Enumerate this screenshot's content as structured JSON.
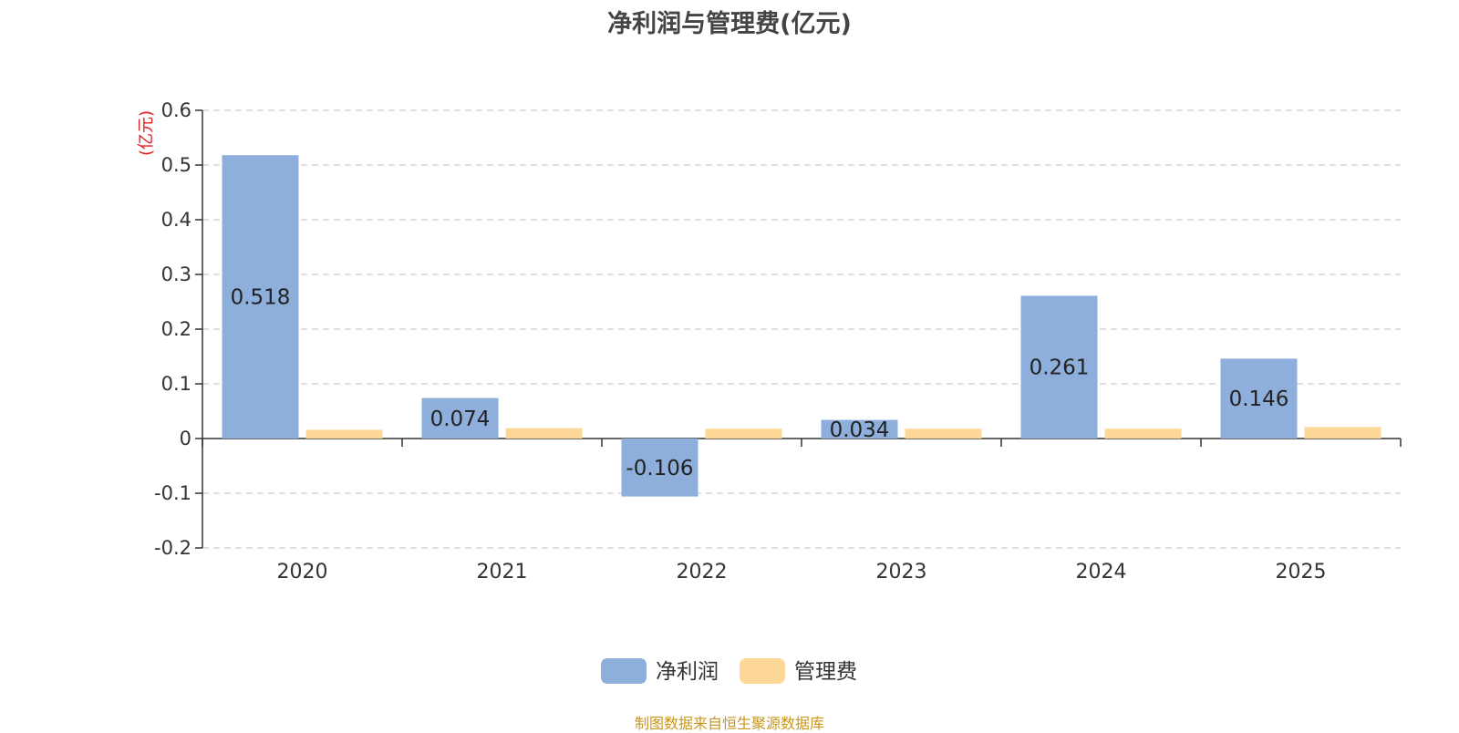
{
  "chart_data": {
    "type": "bar",
    "title": "净利润与管理费(亿元)",
    "ylabel": "(亿元)",
    "xlabel": "",
    "categories": [
      "2020",
      "2021",
      "2022",
      "2023",
      "2024",
      "2025"
    ],
    "series": [
      {
        "name": "净利润",
        "values": [
          0.518,
          0.074,
          -0.106,
          0.034,
          0.261,
          0.146
        ],
        "color": "#8eaedb",
        "labels": [
          "0.518",
          "0.074",
          "-0.106",
          "0.034",
          "0.261",
          "0.146"
        ]
      },
      {
        "name": "管理费",
        "values": [
          0.016,
          0.019,
          0.018,
          0.018,
          0.018,
          0.021
        ],
        "color": "#fdd898"
      }
    ],
    "ylim": [
      -0.2,
      0.6
    ],
    "yticks": [
      "0.6",
      "0.5",
      "0.4",
      "0.3",
      "0.2",
      "0.1",
      "0",
      "-0.1",
      "-0.2"
    ],
    "grid": true,
    "legend_position": "bottom-center"
  },
  "source_note": "制图数据来自恒生聚源数据库",
  "ylabel_color": "#e02020",
  "grid_color": "#cccccc"
}
